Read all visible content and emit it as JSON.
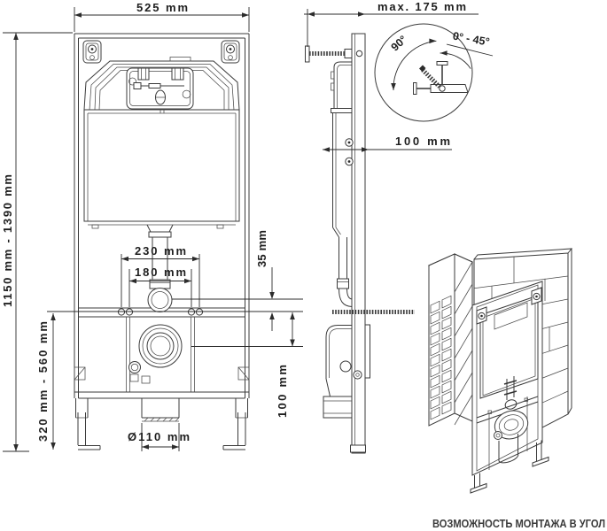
{
  "drawing": {
    "type": "installation frame technical drawing",
    "views": [
      "front view",
      "side view",
      "angle detail",
      "corner isometric view"
    ]
  },
  "labels": {
    "frame_width": "525 mm",
    "install_height": "1150 mm - 1390 mm",
    "bolt_spacing_outer": "230 mm",
    "bolt_spacing_inner": "180 mm",
    "flush_outlet_offset": "35 mm",
    "lower_height_range": "320 mm - 560 mm",
    "drain_diameter": "Ø110 mm",
    "drain_offset_height": "100 mm",
    "wall_distance_max": "max. 175 mm",
    "frame_depth": "100 mm",
    "bracket_angle": "90°",
    "bracket_angle_range": "0° - 45°",
    "corner_note": "ВОЗМОЖНОСТЬ МОНТАЖА В УГОЛ"
  },
  "colors": {
    "line": "#3b3b3b",
    "text": "#1e1e1e",
    "background": "#ffffff"
  }
}
